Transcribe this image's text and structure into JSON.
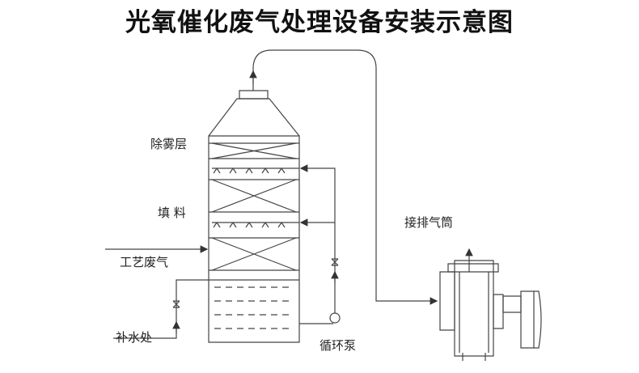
{
  "title": "光氧催化废气处理设备安装示意图",
  "labels": {
    "demister": "除雾层",
    "packing": "填 料",
    "process_gas": "工艺废气",
    "makeup_water": "补水处",
    "circulation_pump": "循环泵",
    "exhaust_stack": "接排气筒"
  }
}
